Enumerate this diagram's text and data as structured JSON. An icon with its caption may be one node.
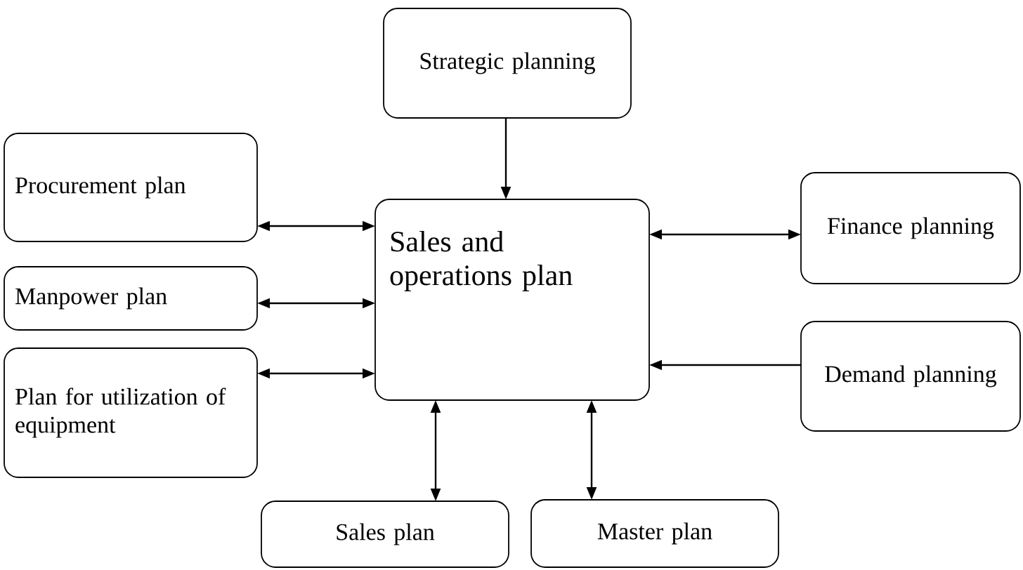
{
  "diagram": {
    "nodes": [
      {
        "text": [
          "Strategic planning"
        ]
      },
      {
        "text": [
          "Sales and operations plan"
        ]
      },
      {
        "text": [
          "Procurement plan"
        ]
      },
      {
        "text": [
          "Manpower plan"
        ]
      },
      {
        "text": [
          "Plan for utilization of equipment"
        ]
      },
      {
        "text": [
          "Finance planning"
        ]
      },
      {
        "text": [
          "Demand planning"
        ]
      },
      {
        "text": [
          "Sales plan"
        ]
      },
      {
        "text": [
          "Master plan"
        ]
      }
    ],
    "edges": [
      {
        "from": 0,
        "to": 1,
        "arrow": "to"
      },
      {
        "from": 2,
        "to": 1,
        "arrow": "both"
      },
      {
        "from": 3,
        "to": 1,
        "arrow": "both"
      },
      {
        "from": 4,
        "to": 1,
        "arrow": "both"
      },
      {
        "from": 1,
        "to": 5,
        "arrow": "both"
      },
      {
        "from": 6,
        "to": 1,
        "arrow": "to"
      },
      {
        "from": 1,
        "to": 7,
        "arrow": "both"
      },
      {
        "from": 1,
        "to": 8,
        "arrow": "both"
      }
    ]
  }
}
